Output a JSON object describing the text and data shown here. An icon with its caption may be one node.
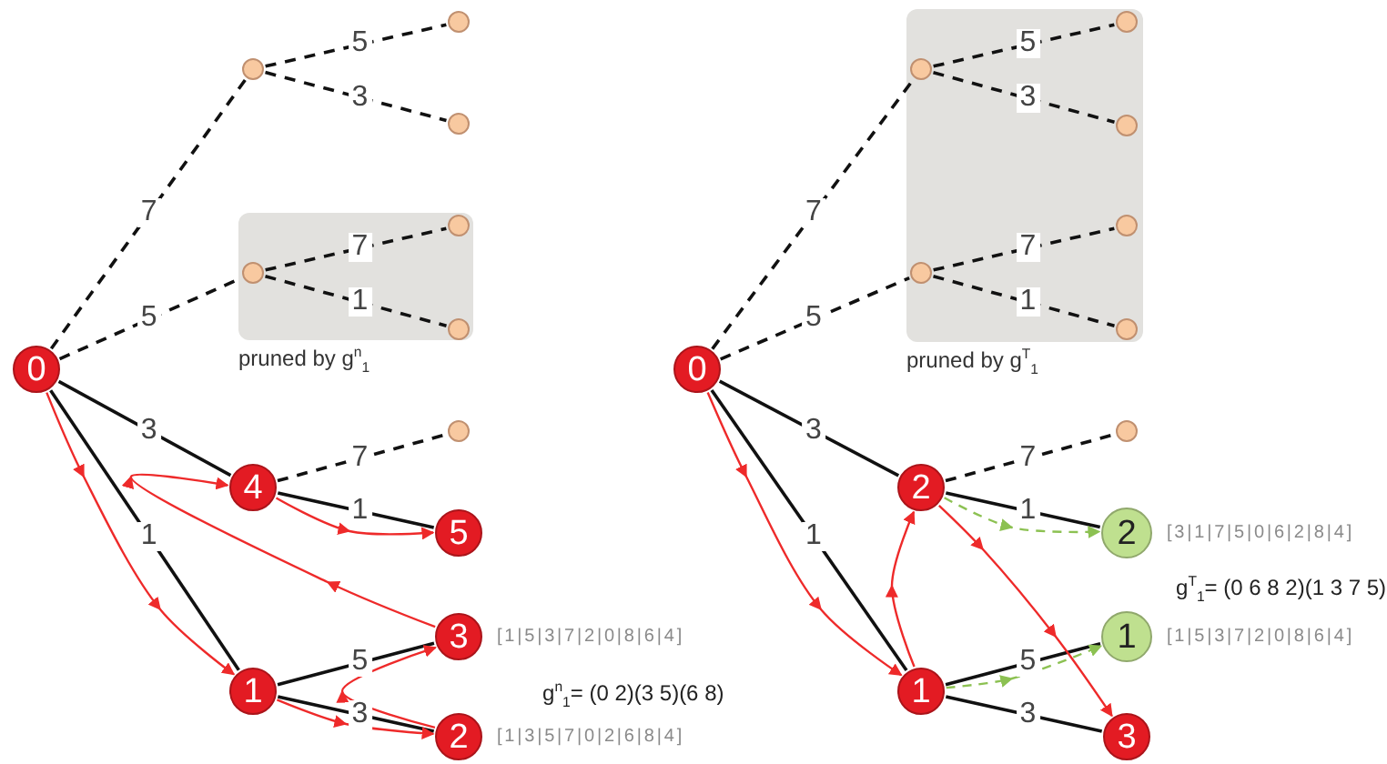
{
  "diagram": {
    "nodes": [
      {
        "text": [
          "0"
        ]
      },
      {
        "text": [],
        "shape": "circle"
      },
      {
        "text": [],
        "shape": "circle"
      },
      {
        "text": [],
        "shape": "circle"
      },
      {
        "text": [
          "pruned by g$^{n}$$_{1}$"
        ]
      },
      {
        "text": [],
        "shape": "circle",
        "in": 4
      },
      {
        "text": [],
        "shape": "circle",
        "in": 4
      },
      {
        "text": [],
        "shape": "circle",
        "in": 4
      },
      {
        "text": [
          "4"
        ]
      },
      {
        "text": [],
        "shape": "circle"
      },
      {
        "text": [
          "5"
        ]
      },
      {
        "text": [
          "3"
        ],
        "beside": [
          "[1|5|3|7|2|0|8|6|4]"
        ]
      },
      {
        "text": [
          "1"
        ]
      },
      {
        "text": [
          "2"
        ],
        "beside": [
          "[1|3|5|7|0|2|6|8|4]"
        ]
      },
      {
        "text": [
          "0"
        ]
      },
      {
        "text": [
          "pruned by g$^{T}$$_{1}$"
        ]
      },
      {
        "text": [],
        "shape": "circle",
        "in": 15
      },
      {
        "text": [],
        "shape": "circle",
        "in": 15
      },
      {
        "text": [],
        "shape": "circle",
        "in": 15
      },
      {
        "text": [],
        "shape": "circle",
        "in": 15
      },
      {
        "text": [],
        "shape": "circle",
        "in": 15
      },
      {
        "text": [],
        "shape": "circle",
        "in": 15
      },
      {
        "text": [
          "2"
        ]
      },
      {
        "text": [],
        "shape": "circle"
      },
      {
        "text": [
          "2"
        ],
        "beside": [
          "[3|1|7|5|0|6|2|8|4]"
        ]
      },
      {
        "text": [
          "1"
        ],
        "beside": [
          "[1|5|3|7|2|0|8|6|4]"
        ]
      },
      {
        "text": [
          "1"
        ]
      },
      {
        "text": [
          "3"
        ]
      }
    ],
    "edges": [
      {
        "from": 0,
        "to": 1,
        "arrow": "none",
        "label": "7",
        "style": "dashed"
      },
      {
        "from": 1,
        "to": 2,
        "arrow": "none",
        "label": "5",
        "style": "dashed"
      },
      {
        "from": 1,
        "to": 3,
        "arrow": "none",
        "label": "3",
        "style": "dashed"
      },
      {
        "from": 0,
        "to": 5,
        "arrow": "none",
        "label": "5",
        "style": "dashed"
      },
      {
        "from": 5,
        "to": 6,
        "arrow": "none",
        "label": "7",
        "style": "dashed"
      },
      {
        "from": 5,
        "to": 7,
        "arrow": "none",
        "label": "1",
        "style": "dashed"
      },
      {
        "from": 0,
        "to": 8,
        "arrow": "none",
        "label": "3"
      },
      {
        "from": 8,
        "to": 9,
        "arrow": "none",
        "label": "7",
        "style": "dashed"
      },
      {
        "from": 8,
        "to": 10,
        "arrow": "none",
        "label": "1"
      },
      {
        "from": 0,
        "to": 12,
        "arrow": "none",
        "label": "1"
      },
      {
        "from": 12,
        "to": 11,
        "arrow": "none",
        "label": "5"
      },
      {
        "from": 12,
        "to": 13,
        "arrow": "none",
        "label": "3"
      },
      {
        "from": 0,
        "to": 12,
        "arrow": "to",
        "color": "#ee2a2a"
      },
      {
        "from": 12,
        "to": 13,
        "arrow": "to",
        "color": "#ee2a2a"
      },
      {
        "from": 13,
        "to": 11,
        "arrow": "to",
        "color": "#ee2a2a"
      },
      {
        "from": 11,
        "to": 8,
        "arrow": "to",
        "color": "#ee2a2a"
      },
      {
        "from": 8,
        "to": 10,
        "arrow": "to",
        "color": "#ee2a2a"
      },
      {
        "from": 14,
        "to": 16,
        "arrow": "none",
        "label": "7",
        "style": "dashed"
      },
      {
        "from": 16,
        "to": 17,
        "arrow": "none",
        "label": "5",
        "style": "dashed"
      },
      {
        "from": 16,
        "to": 18,
        "arrow": "none",
        "label": "3",
        "style": "dashed"
      },
      {
        "from": 14,
        "to": 19,
        "arrow": "none",
        "label": "5",
        "style": "dashed"
      },
      {
        "from": 19,
        "to": 20,
        "arrow": "none",
        "label": "7",
        "style": "dashed"
      },
      {
        "from": 19,
        "to": 21,
        "arrow": "none",
        "label": "1",
        "style": "dashed"
      },
      {
        "from": 14,
        "to": 22,
        "arrow": "none",
        "label": "3"
      },
      {
        "from": 22,
        "to": 23,
        "arrow": "none",
        "label": "7",
        "style": "dashed"
      },
      {
        "from": 22,
        "to": 24,
        "arrow": "none",
        "label": "1"
      },
      {
        "from": 14,
        "to": 26,
        "arrow": "none",
        "label": "1"
      },
      {
        "from": 26,
        "to": 25,
        "arrow": "none",
        "label": "5"
      },
      {
        "from": 26,
        "to": 27,
        "arrow": "none",
        "label": "3"
      },
      {
        "from": 14,
        "to": 26,
        "arrow": "to",
        "color": "#ee2a2a"
      },
      {
        "from": 26,
        "to": 22,
        "arrow": "to",
        "color": "#ee2a2a"
      },
      {
        "from": 22,
        "to": 27,
        "arrow": "to",
        "color": "#ee2a2a"
      },
      {
        "from": 22,
        "to": 24,
        "arrow": "to",
        "style": "dashed",
        "color": "#8cc152"
      },
      {
        "from": 26,
        "to": 25,
        "arrow": "to",
        "style": "dashed",
        "color": "#8cc152"
      }
    ],
    "labels": [
      "g$^{n}$$_{1}$= (0 2)(3 5)(6 8)",
      "g$^{T}$$_{1}$= (0 6 8 2)(1 3 7 5)"
    ]
  }
}
